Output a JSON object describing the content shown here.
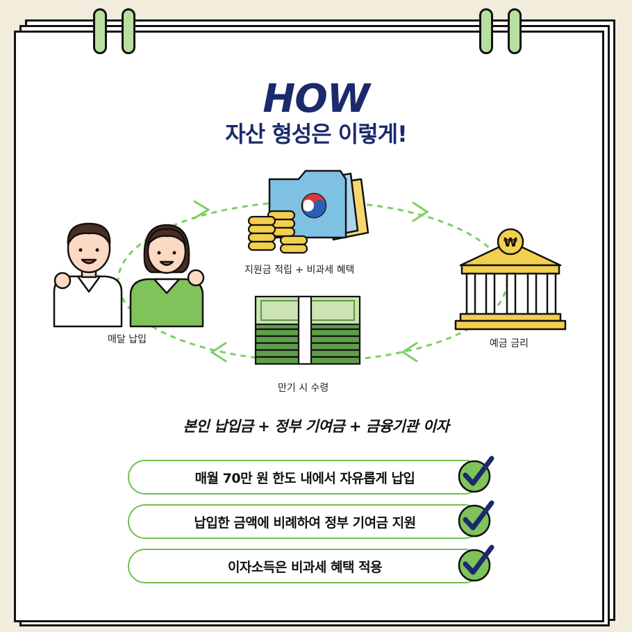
{
  "header": {
    "how": "HOW",
    "subtitle": "자산 형성은 이렇게!"
  },
  "flow": {
    "top_label": "지원금 적립 + 비과세 혜택",
    "right_label": "예금 금리",
    "bottom_label": "만기 시 수령",
    "left_label": "매달 납입",
    "bank_symbol": "₩"
  },
  "formula": "본인 납입금  +  정부 기여금  +  금융기관 이자",
  "benefits": [
    {
      "text": "매월 70만 원 한도 내에서 자유롭게 납입"
    },
    {
      "text": "납입한 금액에 비례하여 정부 기여금 지원"
    },
    {
      "text": "이자소득은 비과세 혜택 적용"
    }
  ],
  "icons": [
    "people-icon",
    "folder-icon",
    "coins-icon",
    "bank-icon",
    "cash-stack-icon",
    "check-icon"
  ],
  "colors": {
    "navy": "#1a2a6c",
    "green": "#6fbf4f",
    "background": "#f2ecdc"
  }
}
